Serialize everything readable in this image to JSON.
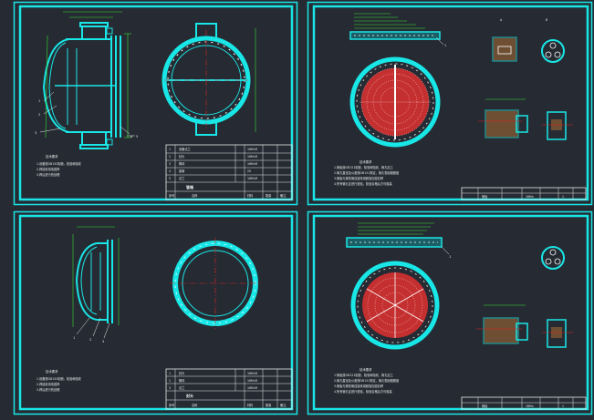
{
  "canvas": {
    "background": "#262b33",
    "frame_color": "#19e6e6",
    "dim_color": "#33dd33",
    "center_color": "#e02020",
    "text_color": "#e6e6e6"
  },
  "sheets": [
    {
      "id": "sheet-1",
      "view": "front-view",
      "callouts": [
        "1",
        "2",
        "3",
        "4",
        "5"
      ]
    },
    {
      "id": "sheet-2",
      "view": "tube-plate",
      "callouts": [
        "1"
      ]
    },
    {
      "id": "sheet-3",
      "view": "head",
      "callouts": [
        "1",
        "2",
        "3"
      ]
    },
    {
      "id": "sheet-4",
      "view": "tube-plate-2",
      "callouts": [
        "1"
      ]
    }
  ]
}
